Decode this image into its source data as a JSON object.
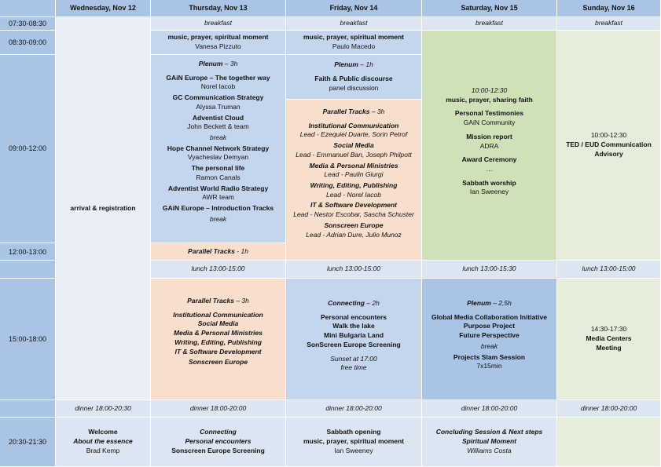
{
  "headers": [
    "Wednesday, Nov 12",
    "Thursday, Nov 13",
    "Friday, Nov 14",
    "Saturday, Nov 15",
    "Sunday, Nov 16"
  ],
  "times": {
    "t0730": "07:30-08:30",
    "t0830": "08:30-09:00",
    "t0900": "09:00-12:00",
    "t1200": "12:00-13:00",
    "t1500": "15:00-18:00",
    "t2030": "20:30-21:30"
  },
  "wed": {
    "arrival": "arrival & registration",
    "dinner": "dinner 18:00-20:30",
    "welcome": "Welcome",
    "essence": "About the essence",
    "speaker": "Brad Kemp"
  },
  "breakfast": "breakfast",
  "thu": {
    "music_title": "music, prayer, spiritual moment",
    "music_speaker": "Vanesa Pizzuto",
    "plenum": "Plenum",
    "plenum_dur": "– 3h",
    "sessions": [
      {
        "title": "GAiN Europe – The together way",
        "speaker": "Norel Iacob"
      },
      {
        "title": "GC Communication Strategy",
        "speaker": "Alyssa Truman"
      },
      {
        "title": "Adventist Cloud",
        "speaker": "John Beckett & team"
      }
    ],
    "break1": "break",
    "sessions2": [
      {
        "title": "Hope Channel Network Strategy",
        "speaker": "Vyacheslav Demyan"
      },
      {
        "title": "The personal life",
        "speaker": "Ramon Canals"
      },
      {
        "title": "Adventist World Radio Strategy",
        "speaker": "AWR team"
      }
    ],
    "intro_tracks": "GAiN Europe – Introduction Tracks",
    "break2": "break",
    "parallel_noon": "Parallel Tracks",
    "parallel_noon_dur": " - 1h",
    "lunch": "lunch 13:00-15:00",
    "parallel_pm": "Parallel Tracks",
    "parallel_pm_dur": " – 3h",
    "tracks": [
      "Institutional Communication",
      "Social Media",
      "Media & Personal Ministries",
      "Writing, Editing, Publishing",
      "IT & Software Development"
    ],
    "sonscreen": "Sonscreen Europe",
    "dinner": "dinner 18:00-20:00",
    "evening": [
      "Connecting",
      "Personal encounters"
    ],
    "evening_last": "Sonscreen Europe Screening"
  },
  "fri": {
    "music_title": "music, prayer, spiritual moment",
    "music_speaker": "Paulo Macedo",
    "plenum": "Plenum",
    "plenum_dur": " – 1h",
    "faith_title": "Faith & Public discourse",
    "faith_sub": "panel discussion",
    "parallel": "Parallel Tracks",
    "parallel_dur": " – 3h",
    "tracks": [
      {
        "title": "Institutional Communication",
        "lead": "Lead - Ezequiel Duarte, Sorin Petrof"
      },
      {
        "title": "Social Media",
        "lead": "Lead - Emmanuel Ban, Joseph Philpott"
      },
      {
        "title": "Media & Personal Ministries",
        "lead": "Lead - Paulin Giurgi"
      },
      {
        "title": "Writing, Editing, Publishing",
        "lead": "Lead - Norel Iacob"
      },
      {
        "title": "IT & Software Development",
        "lead": "Lead - Nestor Escobar, Sascha Schuster"
      },
      {
        "title": "Sonscreen Europe",
        "lead": "Lead - Adrian Dure, Julio Munoz"
      }
    ],
    "lunch": "lunch 13:00-15:00",
    "connecting": "Connecting",
    "connecting_dur": " – 2h",
    "activities": [
      "Personal encounters",
      "Walk the lake",
      "Mini Bulgaria Land",
      "SonScreen Europe Screening"
    ],
    "sunset": "Sunset at 17:00",
    "free": "free time",
    "dinner": "dinner 18:00-20:00",
    "sabbath": "Sabbath opening",
    "music": "music, prayer, spiritual moment",
    "speaker": "Ian Sweeney"
  },
  "sat": {
    "time": "10:00-12:30",
    "music": "music, prayer, sharing faith",
    "testimonies": "Personal Testimonies",
    "gain": "GAiN Community",
    "mission": "Mission report",
    "adra": "ADRA",
    "award": "Award Ceremony",
    "dots": "…",
    "worship": "Sabbath worship",
    "speaker": "Ian Sweeney",
    "lunch": "lunch 13:00-15:30",
    "plenum": "Plenum",
    "plenum_dur": " – 2,5h",
    "items": [
      "Global Media Collaboration Initiative",
      "Purpose Project",
      "Future Perspective"
    ],
    "break": "break",
    "slam": "Projects Slam Session",
    "slam_sub": "7x15min",
    "dinner": "dinner 18:00-20:00",
    "concluding": "Concluding Session & Next steps",
    "spiritual": "Spiritual Moment",
    "speaker2": "Williams Costa"
  },
  "sun": {
    "ted_time": "10:00-12:30",
    "ted_title1": "TED / EUD Communication",
    "ted_title2": "Advisory",
    "lunch": "lunch 13:00-15:00",
    "mc_time": "14:30-17:30",
    "mc_title1": "Media Centers",
    "mc_title2": "Meeting",
    "dinner": "dinner 18:00-20:00"
  }
}
